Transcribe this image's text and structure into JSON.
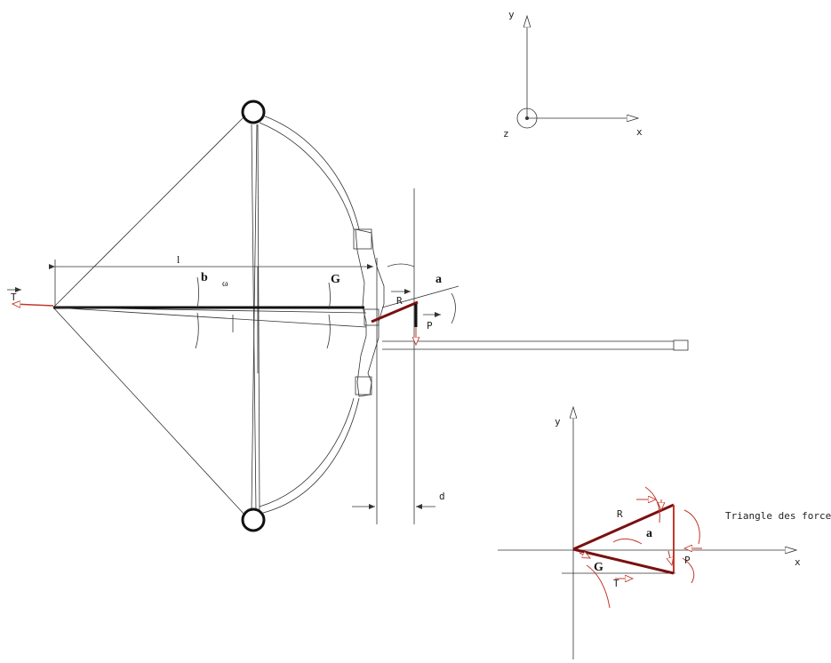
{
  "bow": {
    "label_l": "l",
    "label_b": "b",
    "label_omega": "ω",
    "label_G": "G",
    "label_a": "a",
    "label_R": "R",
    "label_P": "P",
    "label_T": "T",
    "label_d": "d"
  },
  "axes3d": {
    "x": "x",
    "y": "y",
    "z": "z"
  },
  "triangle": {
    "title": "Triangle des forces",
    "label_x": "x",
    "label_y": "y",
    "label_R": "R",
    "label_a": "a",
    "label_G": "G",
    "label_P": "P",
    "label_T": "T"
  },
  "colors": {
    "force": "#c0392b",
    "dark_force": "#7a1010",
    "line": "#333333"
  }
}
